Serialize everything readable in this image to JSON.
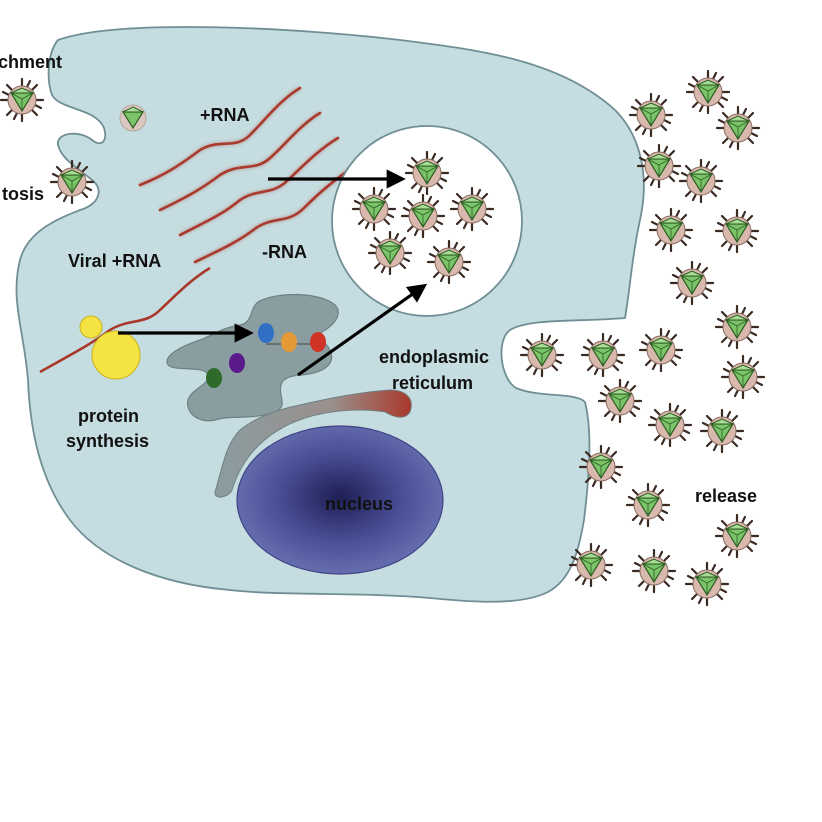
{
  "labels": {
    "attachment": "chment",
    "endocytosis": "tosis",
    "plus_rna": "+RNA",
    "viral_plus_rna": "Viral +RNA",
    "minus_rna": "-RNA",
    "protein_synthesis_line1": "protein",
    "protein_synthesis_line2": "synthesis",
    "er_line1": "endoplasmic",
    "er_line2": "reticulum",
    "nucleus": "nucleus",
    "release": "release"
  },
  "colors": {
    "cell_fill": "#c5dde0",
    "cell_stroke": "#6f8f95",
    "vesicle_fill": "#ffffff",
    "er_fill": "#8a9da0",
    "nucleus_center": "#1f1f55",
    "nucleus_edge": "#6a72b3",
    "rna": "#a9382b",
    "protein_yellow": "#f5e243",
    "capsid_green": "#7cc46a",
    "spike": "#3a2b22",
    "dot_blue": "#2f6fc4",
    "dot_orange": "#e39a36",
    "dot_red": "#cf3325",
    "dot_purple": "#5b1a8a",
    "dot_green": "#2e6a2a"
  }
}
